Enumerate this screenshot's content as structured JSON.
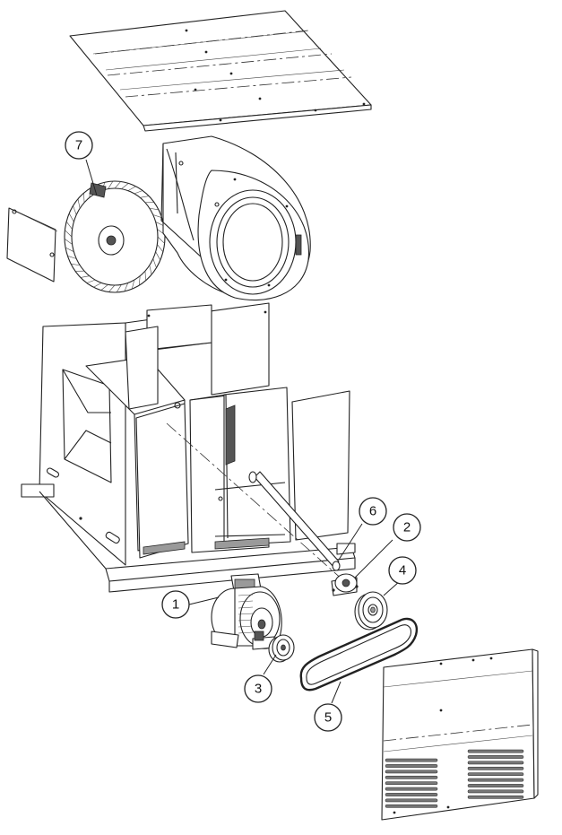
{
  "diagram": {
    "type": "exploded-assembly",
    "callouts": [
      "1",
      "2",
      "3",
      "4",
      "5",
      "6",
      "7"
    ]
  }
}
